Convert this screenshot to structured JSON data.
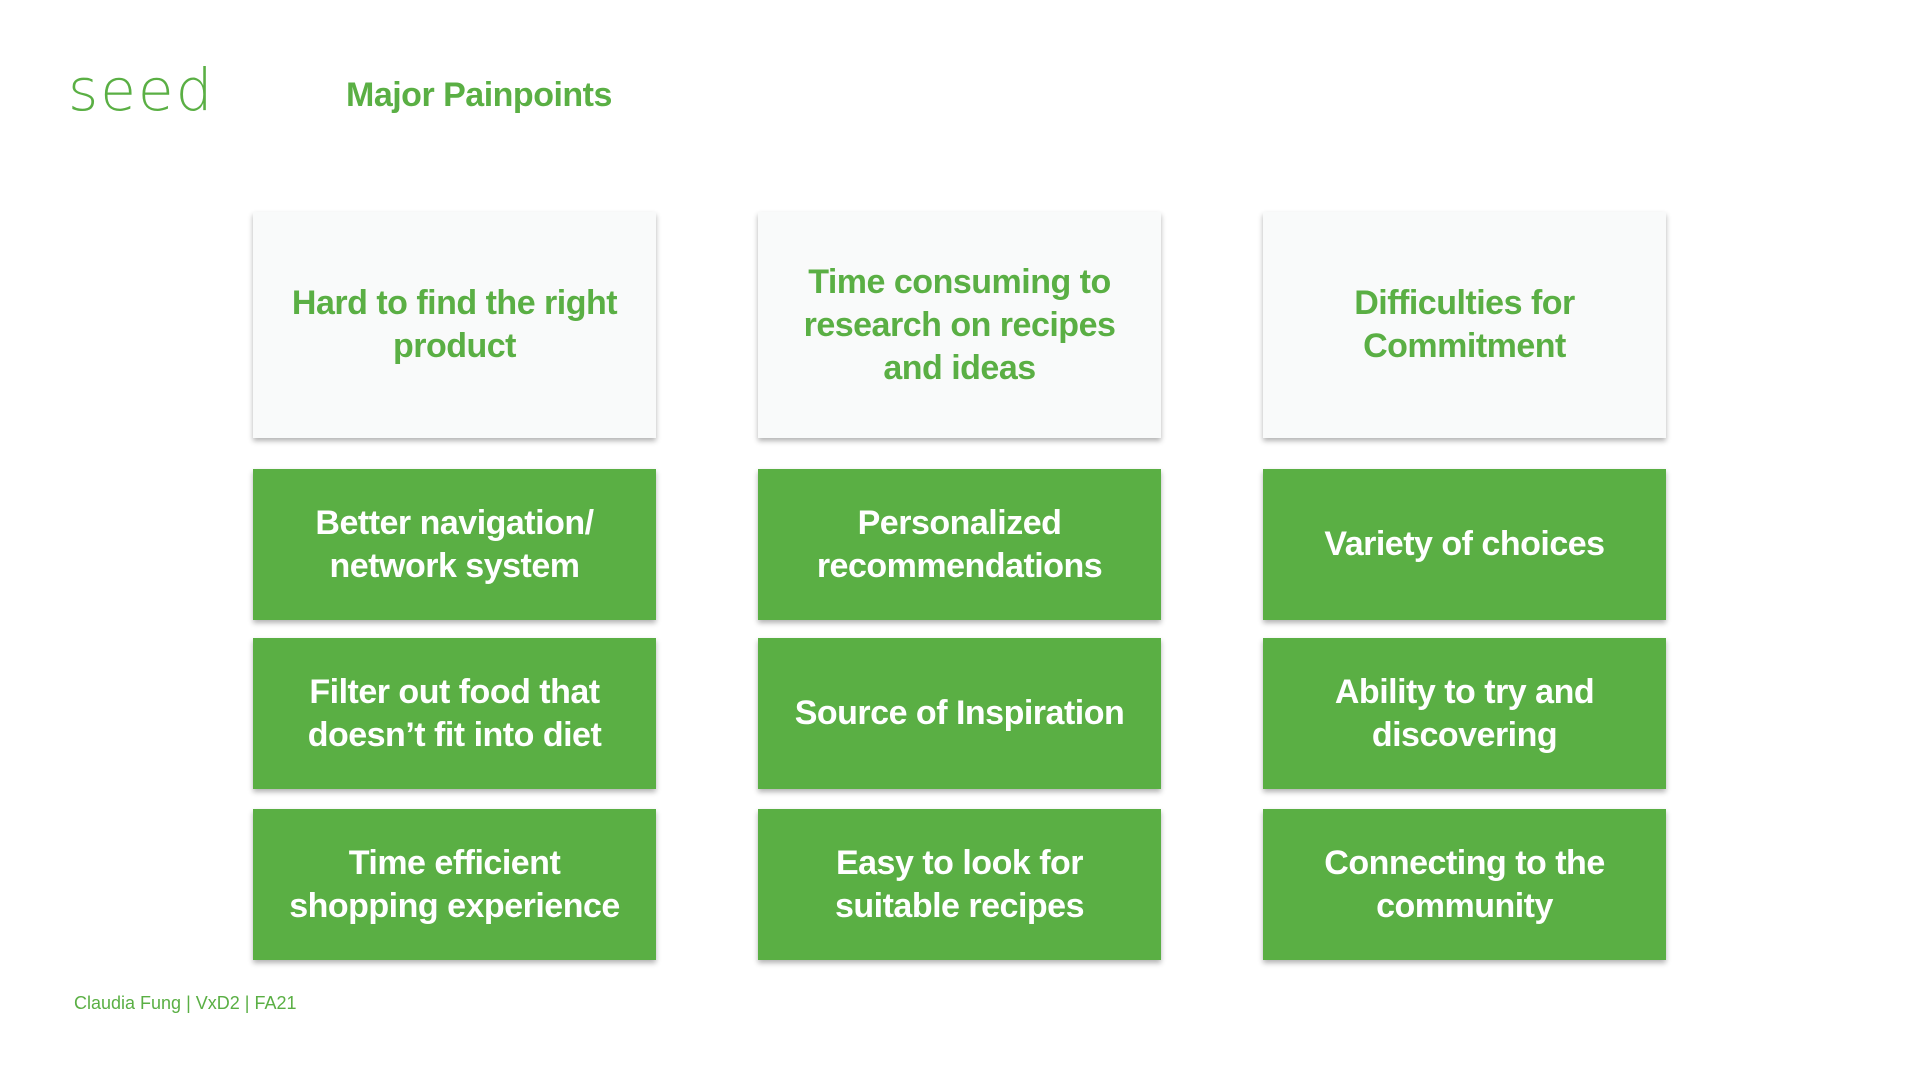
{
  "logo": "seed",
  "title": "Major Painpoints",
  "footer": "Claudia Fung | VxD2 | FA21",
  "colors": {
    "accent": "#5aaf44",
    "card_bg": "#f9fafa"
  },
  "columns": [
    {
      "painpoint": "Hard to find the right product",
      "solutions": [
        "Better navigation/ network system",
        "Filter out food that doesn’t fit into diet",
        "Time efficient shopping experience"
      ]
    },
    {
      "painpoint": "Time consuming to research on recipes and ideas",
      "solutions": [
        "Personalized recommendations",
        "Source of Inspiration",
        "Easy to look for suitable recipes"
      ]
    },
    {
      "painpoint": "Difficulties for Commitment",
      "solutions": [
        "Variety of choices",
        "Ability to try and discovering",
        "Connecting to the community"
      ]
    }
  ]
}
